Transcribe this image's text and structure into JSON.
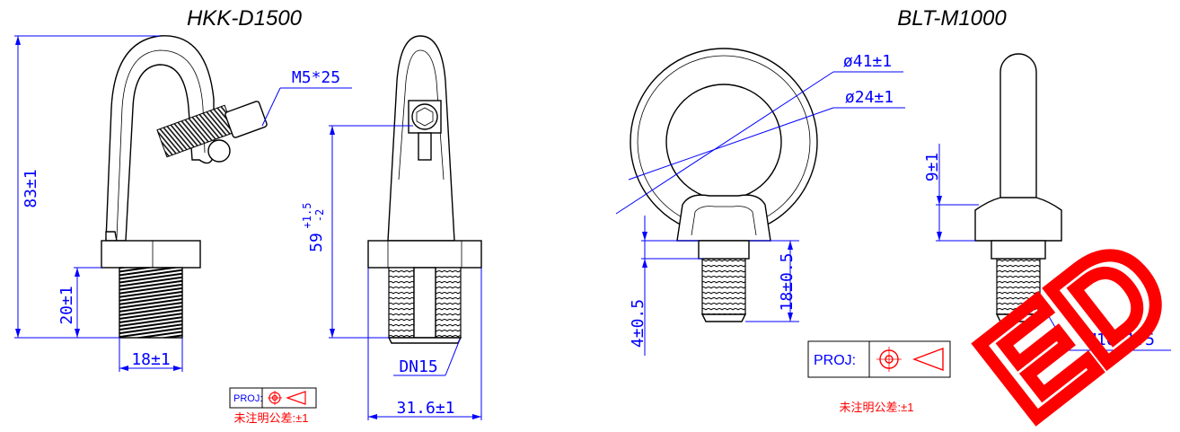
{
  "drawing": {
    "left_part": {
      "title": "HKK-D1500",
      "dims": {
        "height_total": "83±1",
        "height_thread": "20±1",
        "width_thread": "18±1",
        "screw": "M5*25",
        "height_side": "59",
        "tol_upper": "+1.5",
        "tol_lower": "-2",
        "pipe": "DN15",
        "width_side": "31.6±1"
      },
      "proj_label": "PROJ:",
      "tolerance_note": "未注明公差:±1"
    },
    "right_part": {
      "title": "BLT-M1000",
      "dims": {
        "outer_dia": "ø41±1",
        "inner_dia": "ø24±1",
        "thread_len": "18±0.5",
        "base_height": "4±0.5",
        "eye_height": "9±1",
        "thread": "M10*1.5"
      },
      "proj_label": "PROJ:",
      "tolerance_note": "未注明公差:±1"
    },
    "stamp_text": "ED",
    "colors": {
      "dimension": "#0000ff",
      "note": "#ff0000",
      "stamp": "#ff0000",
      "outline": "#000000"
    }
  }
}
